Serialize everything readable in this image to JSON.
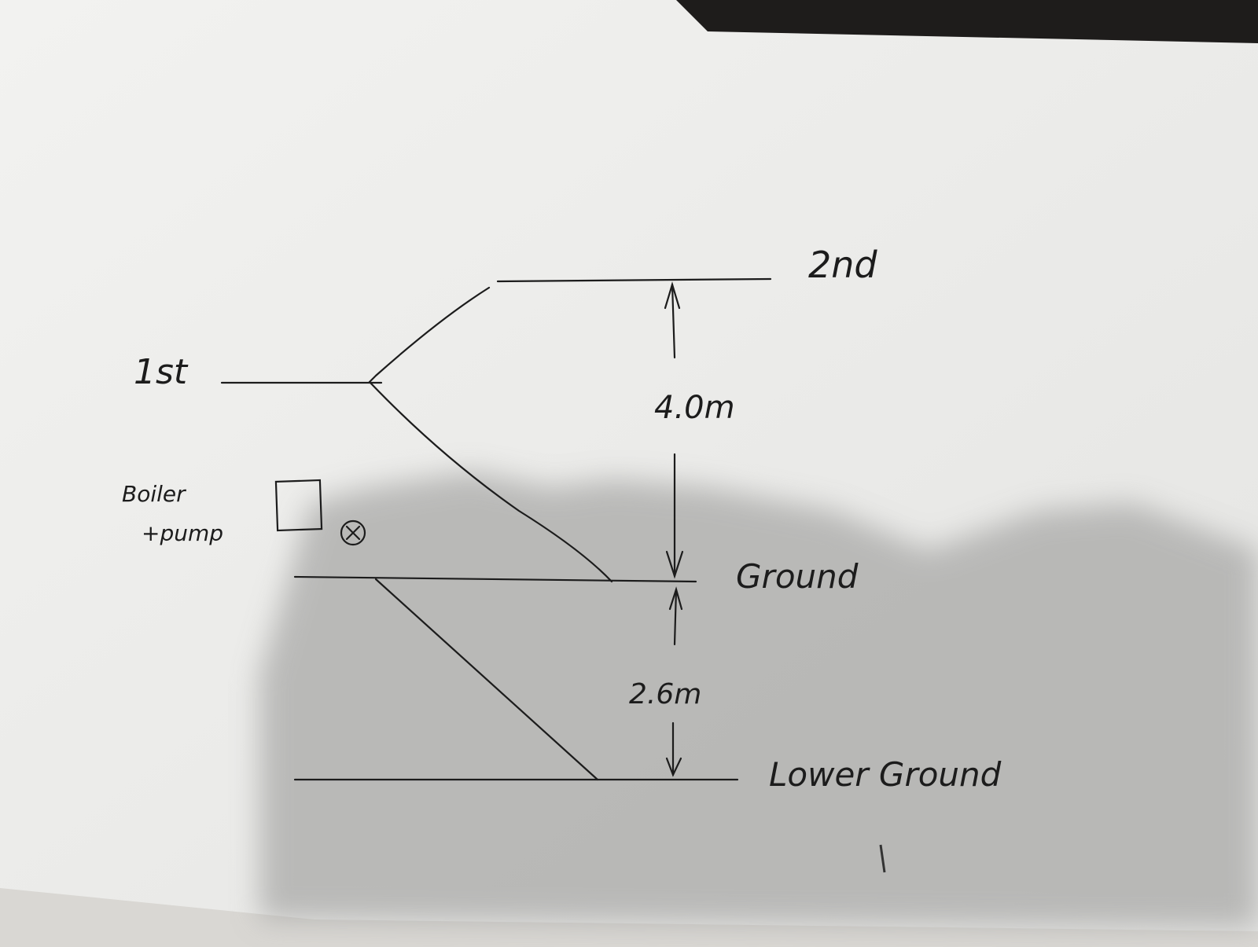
{
  "diagram": {
    "levels": [
      {
        "id": "second",
        "label": "2nd"
      },
      {
        "id": "first",
        "label": "1st"
      },
      {
        "id": "ground",
        "label": "Ground"
      },
      {
        "id": "lower_ground",
        "label": "Lower Ground"
      }
    ],
    "dimensions": [
      {
        "from": "ground",
        "to": "second",
        "label": "4.0m"
      },
      {
        "from": "lower_ground",
        "to": "ground",
        "label": "2.6m"
      }
    ],
    "equipment": {
      "label_line1": "Boiler",
      "label_line2": "+pump"
    }
  },
  "colors": {
    "ink": "#1c1c1c",
    "paper": "#eeeeec",
    "shadow": "#a9a9a7",
    "background": "#1e1c1b"
  }
}
